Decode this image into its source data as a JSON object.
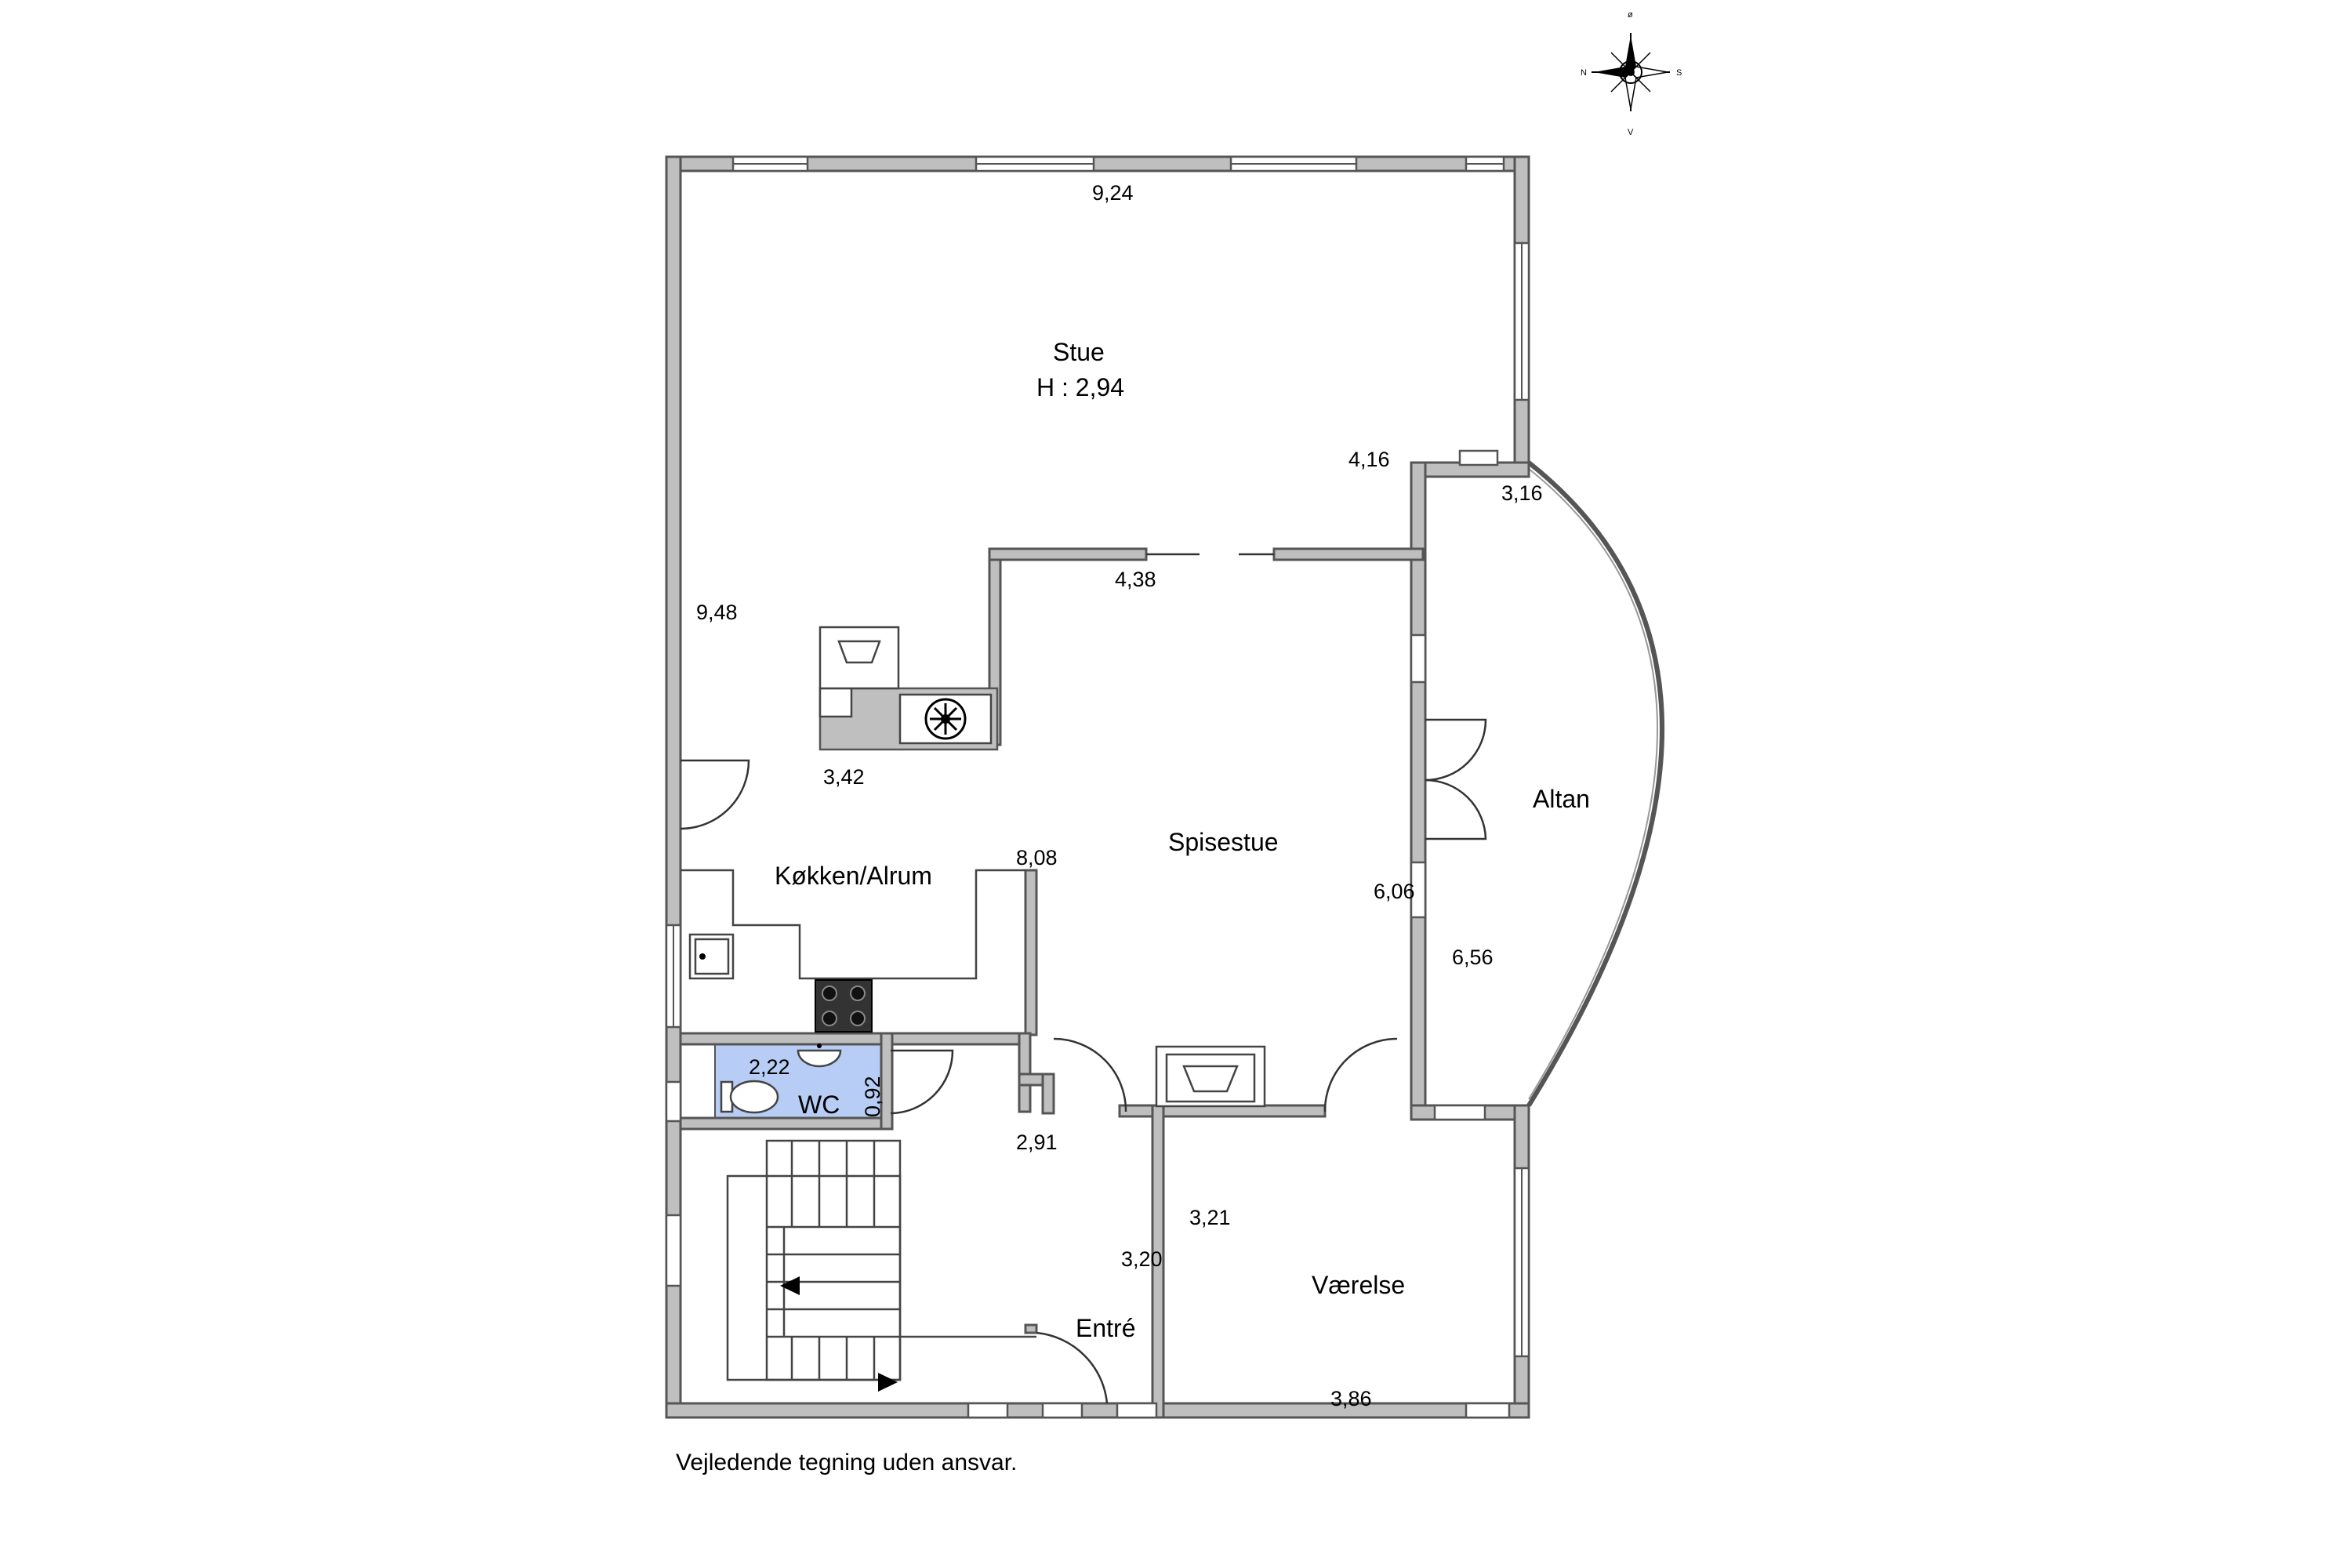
{
  "rooms": {
    "stue": "Stue",
    "stue_height": "H : 2,94",
    "spisestue": "Spisestue",
    "kokken": "Køkken/Alrum",
    "altan": "Altan",
    "wc": "WC",
    "entre": "Entré",
    "vaerelse": "Værelse"
  },
  "dimensions": {
    "top_width": "9,24",
    "stue_right": "4,16",
    "altan_top": "3,16",
    "stue_inner_wall": "4,38",
    "left_height": "9,48",
    "kitchen_counter": "3,42",
    "spisestue_center": "8,08",
    "spisestue_right": "6,06",
    "altan_height": "6,56",
    "wc_width": "2,22",
    "wc_depth": "0,92",
    "hall_width": "2,91",
    "entre_right": "3,20",
    "vaerelse_left": "3,21",
    "vaerelse_bottom": "3,86"
  },
  "compass": {
    "north": "N",
    "east": "ø",
    "south": "S",
    "west": "V"
  },
  "footer": {
    "disclaimer": "Vejledende tegning uden ansvar."
  },
  "colors": {
    "wall": "#bfbfbf",
    "wc_floor": "#b7cdf5"
  }
}
